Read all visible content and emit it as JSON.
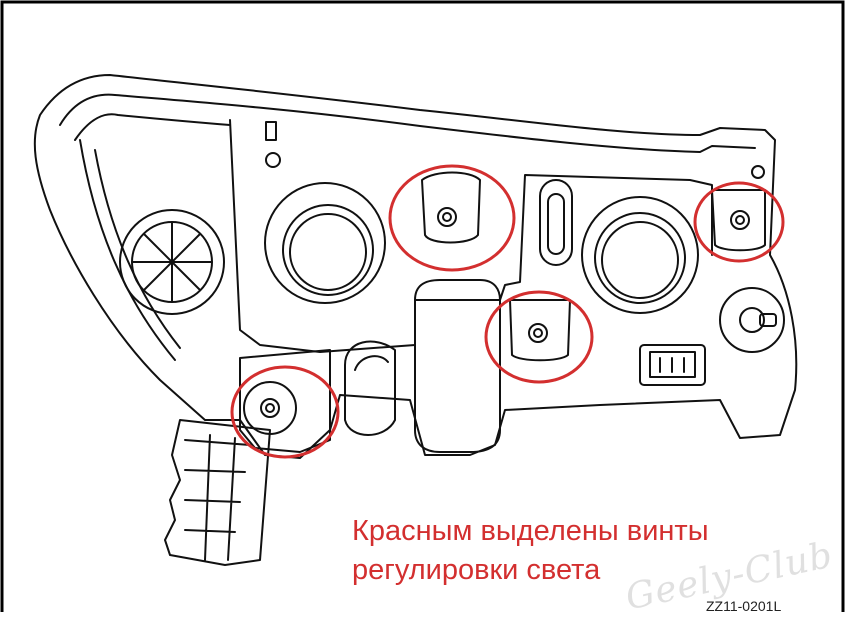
{
  "diagram": {
    "subject": "headlight-unit-rear-view",
    "highlight_color": "#d32f2f",
    "highlight_count": 4,
    "caption_color": "#d32f2f"
  },
  "caption": {
    "line1": "Красным выделены винты",
    "line2": "регулировки света"
  },
  "watermark": {
    "text": "Geely-Club"
  },
  "part_number": {
    "text": "ZZ11-0201L"
  }
}
